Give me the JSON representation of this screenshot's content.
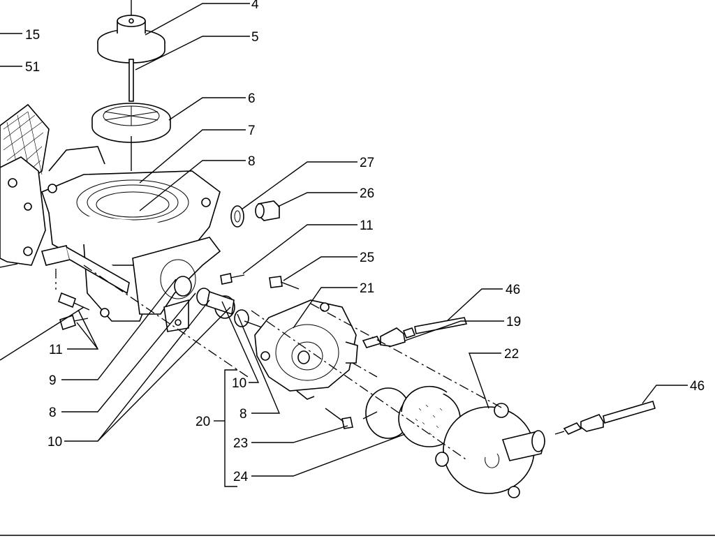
{
  "callouts": {
    "c4": "4",
    "c5": "5",
    "c15": "15",
    "c51": "51",
    "c6": "6",
    "c7": "7",
    "c8_top": "8",
    "c27": "27",
    "c26": "26",
    "c11_top": "11",
    "c25": "25",
    "c21": "21",
    "c46_top": "46",
    "c19": "19",
    "c22": "22",
    "c46_bottom": "46",
    "c11_left": "11",
    "c9": "9",
    "c8_left": "8",
    "c10_left": "10",
    "c10_mid": "10",
    "c8_mid": "8",
    "c20": "20",
    "c23": "23",
    "c24": "24"
  }
}
